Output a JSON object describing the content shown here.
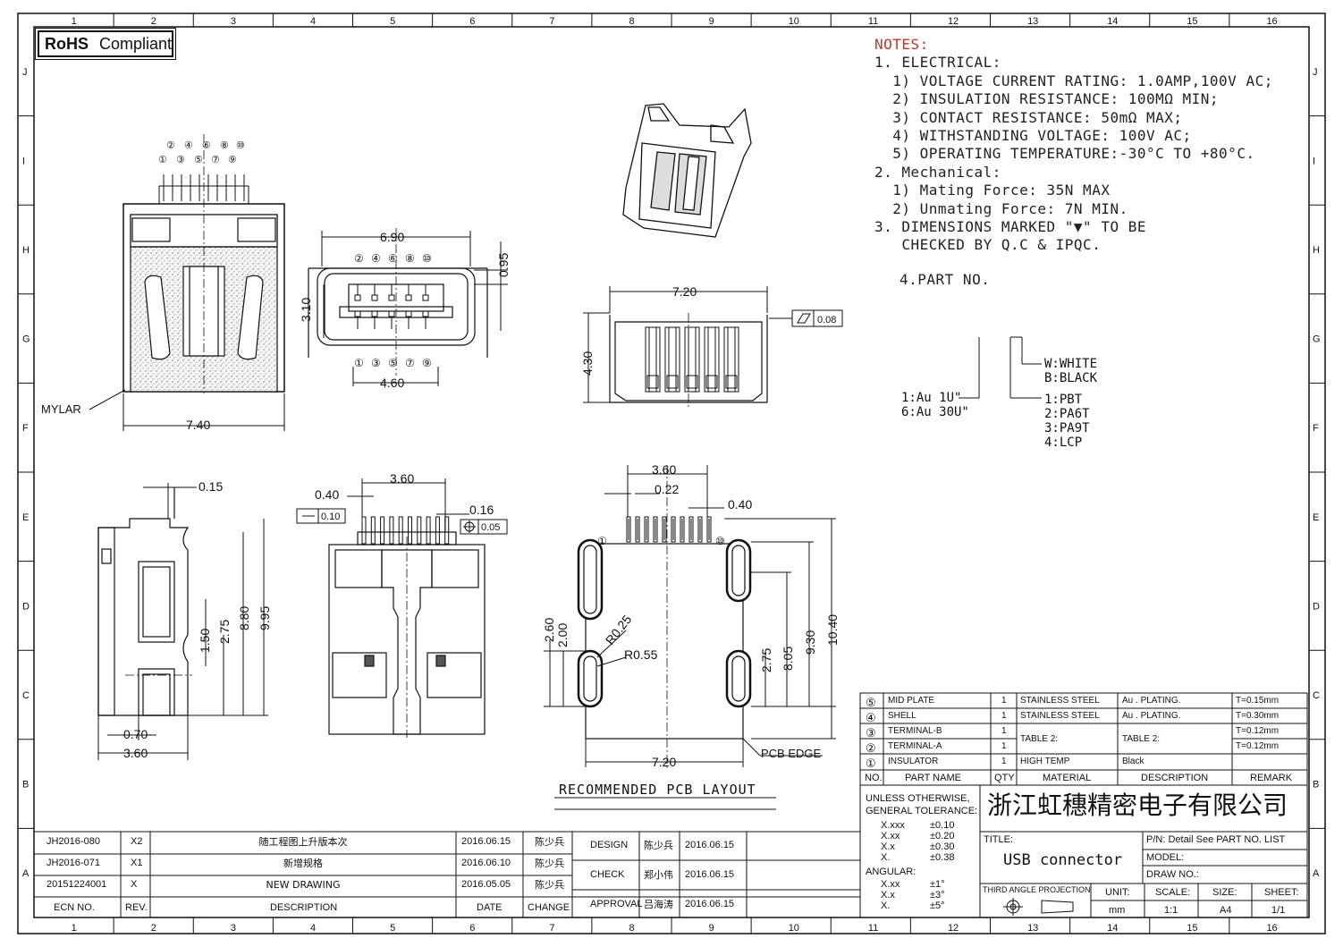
{
  "rohs": {
    "bold": "RoHS",
    "label": "Compliant"
  },
  "grid": {
    "cols": [
      "1",
      "2",
      "3",
      "4",
      "5",
      "6",
      "7",
      "8",
      "9",
      "10",
      "11",
      "12",
      "13",
      "14",
      "15",
      "16"
    ],
    "rows": [
      "J",
      "I",
      "H",
      "G",
      "F",
      "E",
      "D",
      "C",
      "B",
      "A"
    ]
  },
  "notes": {
    "title": "NOTES:",
    "electrical_head": "1. ELECTRICAL:",
    "e1": "  1) VOLTAGE CURRENT RATING: 1.0AMP,100V AC;",
    "e2": "  2) INSULATION RESISTANCE: 100MΩ MIN;",
    "e3": "  3) CONTACT RESISTANCE: 50mΩ MAX;",
    "e4": "  4) WITHSTANDING VOLTAGE: 100V AC;",
    "e5": "  5) OPERATING TEMPERATURE:-30°C TO +80°C.",
    "mech_head": "2. Mechanical:",
    "m1": "  1) Mating Force: 35N MAX",
    "m2": "  2) Unmating Force: 7N MIN.",
    "n3a": "3. DIMENSIONS MARKED \"▼\" TO BE",
    "n3b": "   CHECKED BY Q.C & IPQC.",
    "n4": "4.PART NO."
  },
  "partno": {
    "color_w": "W:WHITE",
    "color_b": "B:BLACK",
    "plate1": "1:Au 1U\"",
    "plate6": "6:Au 30U\"",
    "mat1": "1:PBT",
    "mat2": "2:PA6T",
    "mat3": "3:PA9T",
    "mat4": "4:LCP"
  },
  "dims": {
    "front_width": "7.40",
    "mylar": "MYLAR",
    "face_width": "6.90",
    "face_height": "3.10",
    "face_top": "0.95",
    "face_bottom": "4.60",
    "pins_top": [
      "②",
      "④",
      "⑥",
      "⑧",
      "⑩"
    ],
    "pins_bottom": [
      "①",
      "③",
      "⑤",
      "⑦",
      "⑨"
    ],
    "top_view_width": "7.20",
    "top_view_height": "4.30",
    "flatness_value": "0.08",
    "side_015": "0.15",
    "side_150": "1.50",
    "side_275": "2.75",
    "side_880": "8.80",
    "side_995": "9.95",
    "side_070": "0.70",
    "side_360": "3.60",
    "mid_040": "0.40",
    "mid_360": "3.60",
    "mid_016": "0.16",
    "mid_tol1": "0.10",
    "mid_tol2": "0.05",
    "pcb_360": "3.60",
    "pcb_022": "0.22",
    "pcb_040": "0.40",
    "pcb_260": "2.60",
    "pcb_200": "2.00",
    "pcb_r025": "R0.25",
    "pcb_r055": "R0.55",
    "pcb_275": "2.75",
    "pcb_805": "8.05",
    "pcb_930": "9.30",
    "pcb_1040": "10.40",
    "pcb_720": "7.20",
    "pcb_edge": "PCB EDGE",
    "pcb_pin1": "①",
    "pcb_pin10": "⑩",
    "pcb_caption": "RECOMMENDED PCB LAYOUT"
  },
  "bom": [
    {
      "no": "⑤",
      "name": "MID PLATE",
      "qty": "1",
      "material": "STAINLESS STEEL",
      "desc": "Au . PLATING.",
      "remark": "T=0.15mm"
    },
    {
      "no": "④",
      "name": "SHELL",
      "qty": "1",
      "material": "STAINLESS STEEL",
      "desc": "Au . PLATING.",
      "remark": "T=0.30mm"
    },
    {
      "no": "③",
      "name": "TERMINAL-B",
      "qty": "1",
      "material": "TABLE 2:",
      "desc": "TABLE 2:",
      "remark": "T=0.12mm"
    },
    {
      "no": "②",
      "name": "TERMINAL-A",
      "qty": "1",
      "material": "",
      "desc": "",
      "remark": "T=0.12mm"
    },
    {
      "no": "①",
      "name": "INSULATOR",
      "qty": "1",
      "material": "HIGH TEMP",
      "desc": "Black",
      "remark": ""
    }
  ],
  "bom_header": {
    "no": "NO.",
    "name": "PART NAME",
    "qty": "QTY",
    "material": "MATERIAL",
    "desc": "DESCRIPTION",
    "remark": "REMARK"
  },
  "tolerance": {
    "l1": "UNLESS OTHERWISE,",
    "l2": "GENERAL TOLERANCE:",
    "xxx": "X.xxx",
    "xxx_v": "±0.10",
    "xx": "X.xx",
    "xx_v": "±0.20",
    "x1": "X.x",
    "x1_v": "±0.30",
    "x0": "X.",
    "x0_v": "±0.38",
    "angular": "ANGULAR:",
    "axx": "X.xx",
    "axx_v": "±1°",
    "ax": "X.x",
    "ax_v": "±3°",
    "a0": "X.",
    "a0_v": "±5°"
  },
  "company": "浙江虹穗精密电子有限公司",
  "title_block": {
    "title_label": "TITLE:",
    "title": "USB connector",
    "pn": "P/N: Detail See PART NO. LIST",
    "model": "MODEL:",
    "draw_no": "DRAW NO.:",
    "projection": "THIRD ANGLE PROJECTION",
    "unit_label": "UNIT:",
    "unit": "mm",
    "scale_label": "SCALE:",
    "scale": "1:1",
    "size_label": "SIZE:",
    "size": "A4",
    "sheet_label": "SHEET:",
    "sheet": "1/1"
  },
  "revisions": [
    {
      "ecn": "JH2016-080",
      "rev": "X2",
      "desc": "随工程图上升版本次",
      "date": "2016.06.15",
      "change": "陈少兵"
    },
    {
      "ecn": "JH2016-071",
      "rev": "X1",
      "desc": "新增规格",
      "date": "2016.06.10",
      "change": "陈少兵"
    },
    {
      "ecn": "20151224001",
      "rev": "X",
      "desc": "NEW DRAWING",
      "date": "2016.05.05",
      "change": "陈少兵"
    }
  ],
  "rev_header": {
    "ecn": "ECN NO.",
    "rev": "REV.",
    "desc": "DESCRIPTION",
    "date": "DATE",
    "change": "CHANGE"
  },
  "approvals": [
    {
      "role": "DESIGN",
      "name": "陈少兵",
      "date": "2016.06.15"
    },
    {
      "role": "CHECK",
      "name": "郑小伟",
      "date": "2016.06.15"
    },
    {
      "role": "APPROVAL",
      "name": "吕海涛",
      "date": "2016.06.15"
    }
  ]
}
